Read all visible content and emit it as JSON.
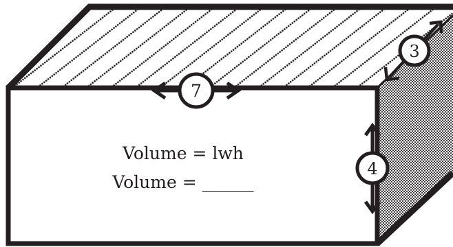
{
  "colors": {
    "ink": "#231f20",
    "paper": "#ffffff"
  },
  "dimensions": {
    "length": "7",
    "width": "3",
    "height": "4"
  },
  "formula": {
    "line1": "Volume = lwh",
    "line2": "Volume = ______"
  }
}
